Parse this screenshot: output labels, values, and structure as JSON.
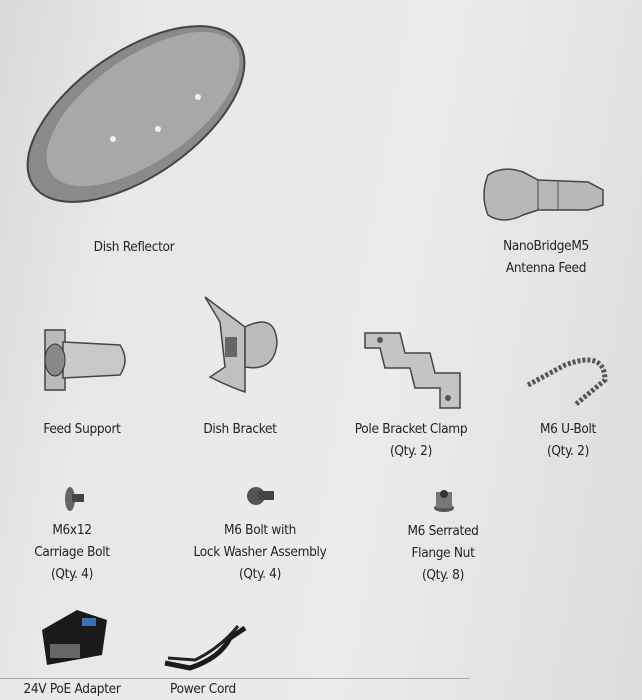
{
  "items": [
    {
      "name": "Dish Reflector",
      "lines": [
        "Dish Reflector"
      ]
    },
    {
      "name": "NanoBridge M5 Antenna Feed",
      "lines": [
        "NanoBridgeM5",
        "Antenna Feed"
      ]
    },
    {
      "name": "Feed Support",
      "lines": [
        "Feed Support"
      ]
    },
    {
      "name": "Dish Bracket",
      "lines": [
        "Dish Bracket"
      ]
    },
    {
      "name": "Pole Bracket Clamp",
      "lines": [
        "Pole Bracket Clamp",
        "(Qty. 2)"
      ]
    },
    {
      "name": "M6 U-Bolt",
      "lines": [
        "M6 U-Bolt",
        "(Qty. 2)"
      ]
    },
    {
      "name": "M6x12 Carriage Bolt",
      "lines": [
        "M6x12",
        "Carriage Bolt",
        "(Qty. 4)"
      ]
    },
    {
      "name": "M6 Bolt with Lock Washer Assembly",
      "lines": [
        "M6 Bolt with",
        "Lock Washer Assembly",
        "(Qty. 4)"
      ]
    },
    {
      "name": "M6 Serrated Flange Nut",
      "lines": [
        "M6 Serrated",
        "Flange Nut",
        "(Qty. 8)"
      ]
    },
    {
      "name": "24V PoE Adapter",
      "lines": [
        "24V PoE Adapter"
      ]
    },
    {
      "name": "Power Cord",
      "lines": [
        "Power Cord"
      ]
    }
  ]
}
